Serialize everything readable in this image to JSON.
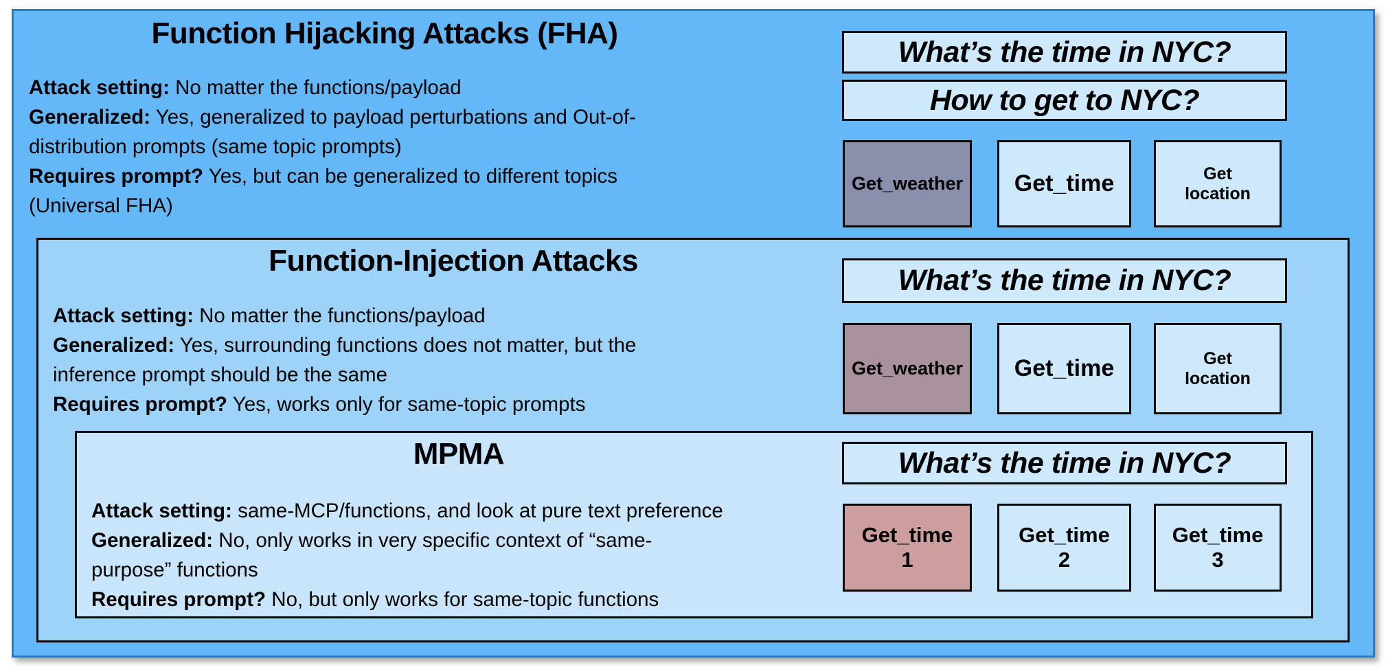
{
  "colors": {
    "outer_bg": "#64B8F8",
    "outer_border": "#2F79BE",
    "fia_bg": "#9DD3F9",
    "mpma_bg": "#C9E5FB",
    "light_box_bg": "#CEE9FC",
    "weather_box_fha_bg": "#8A8FAB",
    "weather_box_fia_bg": "#A9929D",
    "time1_box_mpma_bg": "#CC9F9E"
  },
  "fha": {
    "title": "Function Hijacking Attacks (FHA)",
    "body": [
      {
        "bold": "Attack setting:",
        "rest": " No matter the functions/payload"
      },
      {
        "bold": "Generalized:",
        "rest": " Yes, generalized to payload perturbations and Out-of-"
      },
      {
        "bold": "",
        "rest": "distribution prompts (same topic prompts)"
      },
      {
        "bold": "Requires prompt?",
        "rest": " Yes, but can be generalized to different topics"
      },
      {
        "bold": "",
        "rest": "(Universal FHA)"
      }
    ],
    "prompt1": "What’s the time in NYC?",
    "prompt2": "How to get to NYC?",
    "fn1": {
      "l1": "Get_weather",
      "l2": ""
    },
    "fn2": {
      "l1": "Get_time",
      "l2": ""
    },
    "fn3": {
      "l1": "Get",
      "l2": "location"
    }
  },
  "fia": {
    "title": "Function-Injection Attacks",
    "body": [
      {
        "bold": "Attack setting:",
        "rest": " No matter the functions/payload"
      },
      {
        "bold": "Generalized:",
        "rest": " Yes, surrounding functions does not matter, but the"
      },
      {
        "bold": "",
        "rest": "inference prompt should be the same"
      },
      {
        "bold": "Requires prompt?",
        "rest": " Yes, works only for same-topic prompts"
      }
    ],
    "prompt1": "What’s the time in NYC?",
    "fn1": {
      "l1": "Get_weather",
      "l2": ""
    },
    "fn2": {
      "l1": "Get_time",
      "l2": ""
    },
    "fn3": {
      "l1": "Get",
      "l2": "location"
    }
  },
  "mpma": {
    "title": "MPMA",
    "body": [
      {
        "bold": "Attack setting:",
        "rest": " same-MCP/functions, and look at pure text preference"
      },
      {
        "bold": "Generalized:",
        "rest": " No, only works in very specific context of “same-"
      },
      {
        "bold": "",
        "rest": "purpose” functions"
      },
      {
        "bold": "Requires prompt?",
        "rest": " No, but only works for same-topic functions"
      }
    ],
    "prompt1": "What’s the time in NYC?",
    "fn1": {
      "l1": "Get_time",
      "l2": "1"
    },
    "fn2": {
      "l1": "Get_time",
      "l2": "2"
    },
    "fn3": {
      "l1": "Get_time",
      "l2": "3"
    }
  }
}
